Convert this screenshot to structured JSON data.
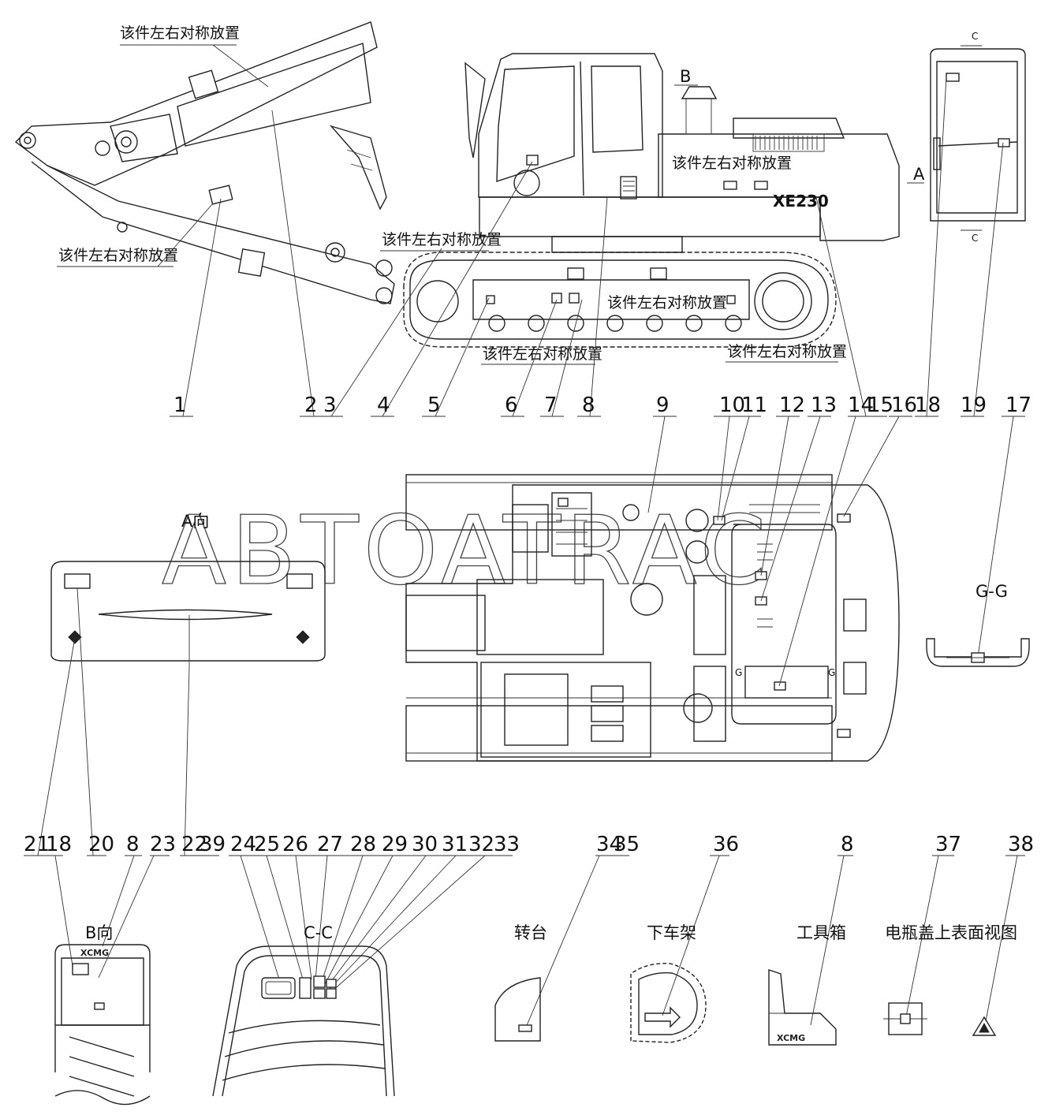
{
  "watermark": "ABTOATRAC",
  "notes": {
    "symmetric_placement": "该件左右对称放置"
  },
  "model_label": "XE230",
  "brand_label": "XCMG",
  "section_marks": {
    "a": "A",
    "b": "B",
    "c": "C",
    "c_lower": "C",
    "g_left": "G",
    "g_right": "G"
  },
  "view_titles": {
    "a_view": "A向",
    "gg_section": "G-G",
    "b_view": "B向",
    "cc_section": "C-C",
    "turntable": "转台",
    "undercarriage": "下车架",
    "toolbox": "工具箱",
    "battery_cover": "电瓶盖上表面视图"
  },
  "part_numbers_top": [
    "1",
    "2",
    "3",
    "4",
    "5",
    "6",
    "7",
    "8"
  ],
  "part_numbers_mid": [
    "9",
    "10",
    "11",
    "12",
    "13",
    "14",
    "15",
    "16",
    "18",
    "19",
    "17"
  ],
  "part_numbers_bottom": [
    "21",
    "18",
    "20",
    "8",
    "23",
    "22",
    "39",
    "24",
    "25",
    "26",
    "27",
    "28",
    "29",
    "30",
    "31",
    "32",
    "33",
    "34",
    "35",
    "36",
    "8",
    "37",
    "38"
  ]
}
